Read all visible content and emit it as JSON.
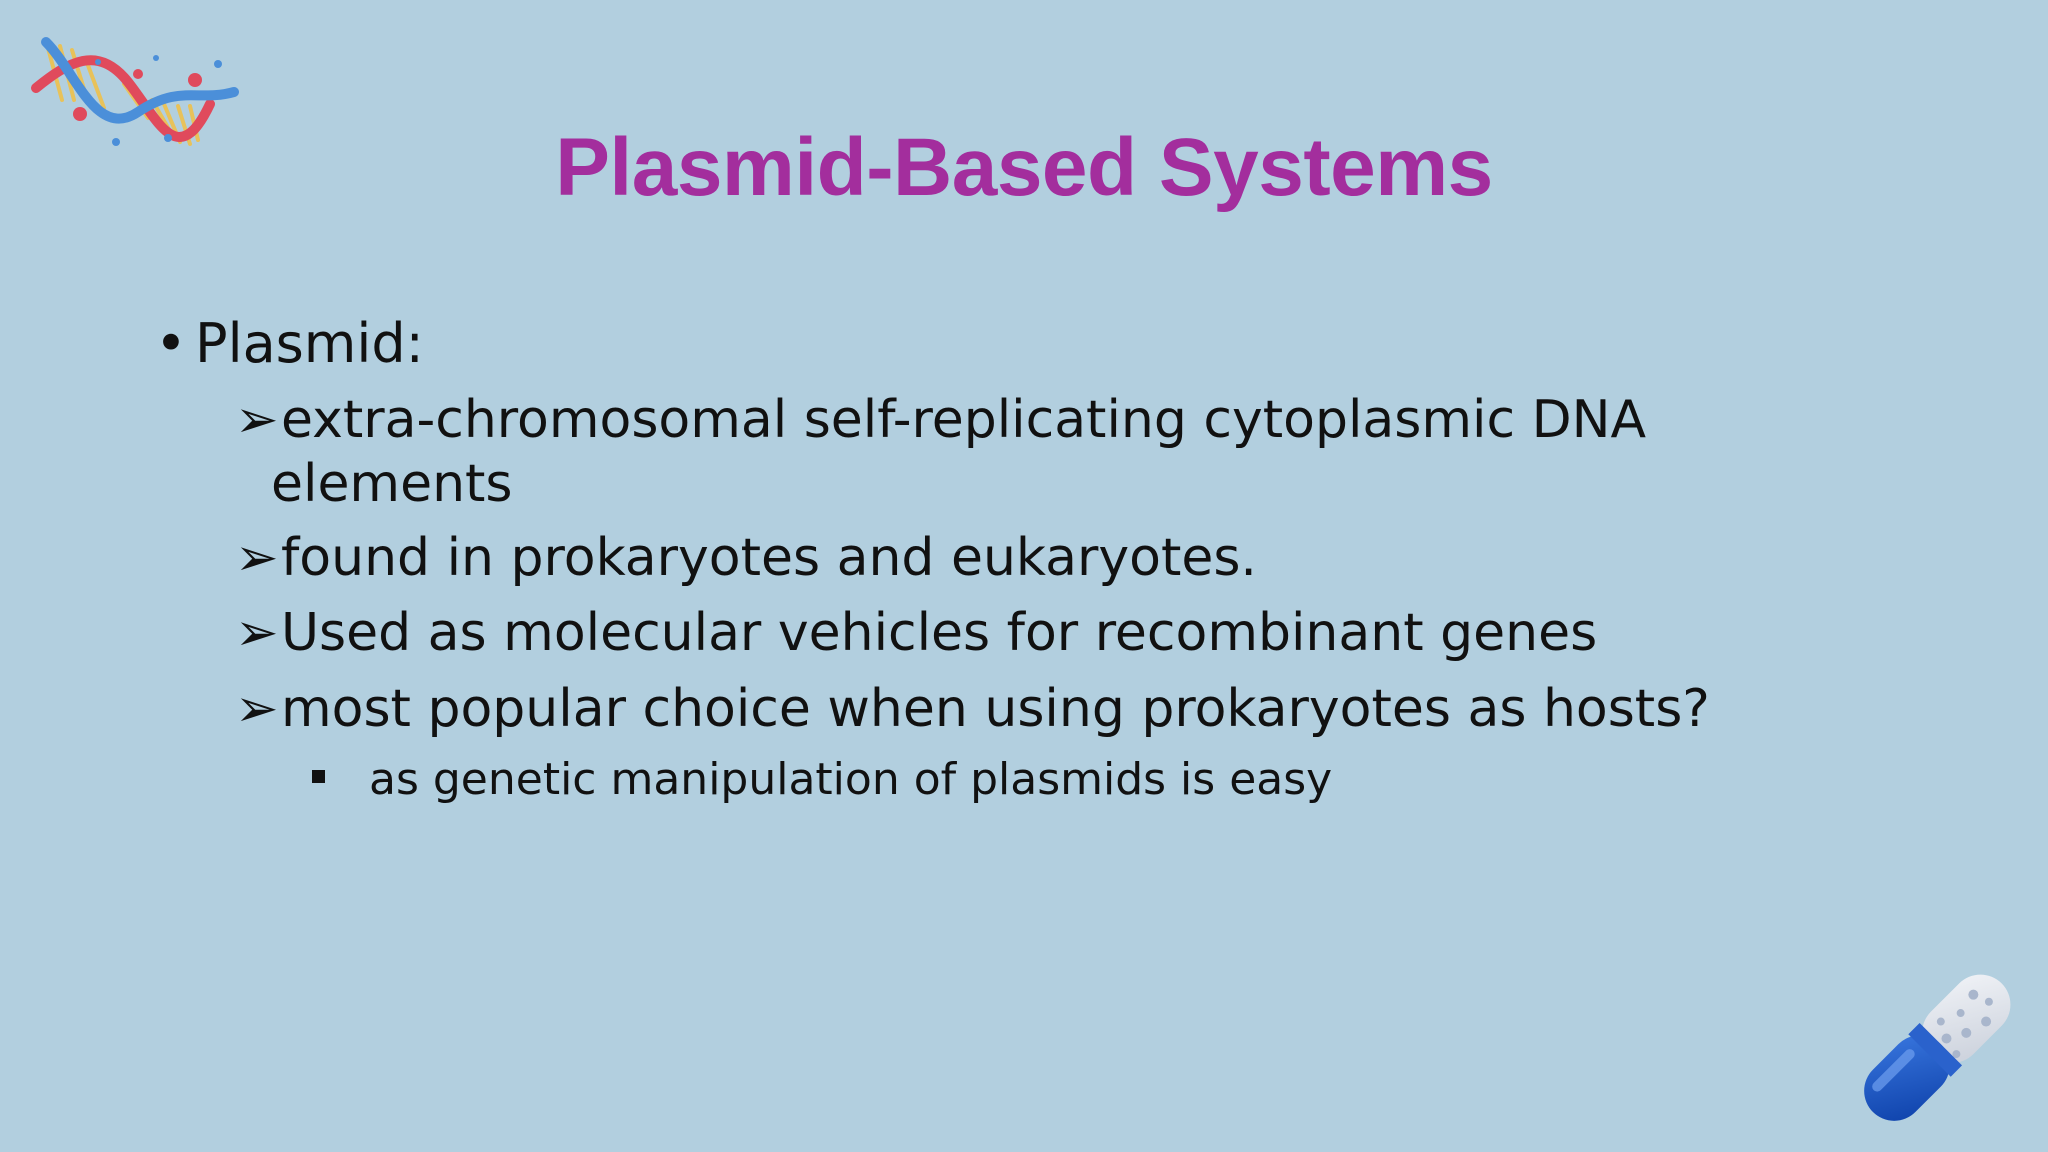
{
  "slide": {
    "title": "Plasmid-Based Systems",
    "bullet": {
      "label": "Plasmid:",
      "items": [
        {
          "line1": "extra-chromosomal self-replicating cytoplasmic DNA",
          "line2": "elements"
        },
        {
          "line1": "found in prokaryotes and eukaryotes."
        },
        {
          "line1": "Used as molecular vehicles for recombinant genes"
        },
        {
          "line1": "most popular choice when using prokaryotes as hosts?"
        }
      ],
      "sub_items": [
        "as genetic manipulation of plasmids is easy"
      ]
    },
    "decorations": {
      "top_left_icon": "dna-icon",
      "bottom_right_icon": "pill-capsule-icon"
    },
    "colors": {
      "background": "#b2cfdf",
      "title": "#a32e9d",
      "text": "#111111"
    }
  }
}
